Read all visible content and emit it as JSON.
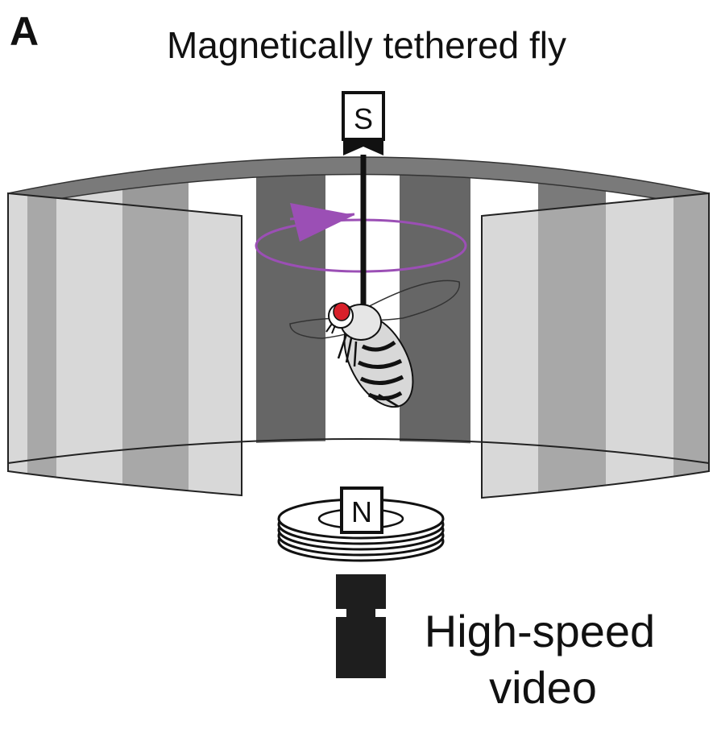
{
  "panel": {
    "letter": "A",
    "title": "Magnetically tethered fly"
  },
  "magnets": {
    "top_pole": "S",
    "bottom_pole": "N"
  },
  "camera": {
    "label_line1": "High-speed",
    "label_line2": "video"
  },
  "colors": {
    "stripe_dark": "#666666",
    "stripe_mid": "#a8a8a8",
    "stripe_light": "#d8d8d8",
    "arena_rim": "#7a7a7a",
    "rotation_arrow": "#9b4fb5",
    "fly_eye": "#d8202a",
    "camera": "#1e1e1e"
  },
  "icons": {
    "rotation": "circular-arrow-icon",
    "fly": "fruit-fly-icon",
    "camera": "camera-icon",
    "magnet": "ring-magnet-icon"
  }
}
